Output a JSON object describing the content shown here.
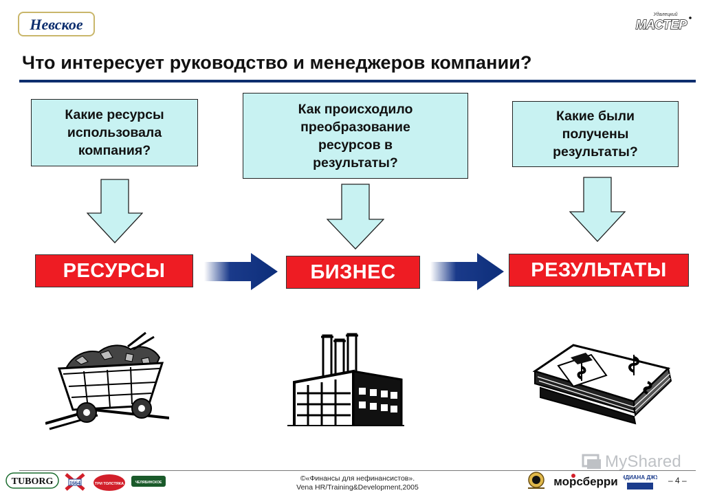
{
  "header": {
    "logo_left_text": "Невское",
    "logo_right_text": "МАСТЕР",
    "logo_right_small": "Удалецкий"
  },
  "title": "Что интересует руководство и менеджеров компании?",
  "questions": [
    {
      "lines": [
        "Какие ресурсы",
        "использовала",
        "компания?"
      ]
    },
    {
      "lines": [
        "Как происходило",
        "преобразование",
        "ресурсов в",
        "результаты?"
      ]
    },
    {
      "lines": [
        "Какие были",
        "получены",
        "результаты?"
      ]
    }
  ],
  "stages": [
    {
      "label": "РЕСУРСЫ"
    },
    {
      "label": "БИЗНЕС"
    },
    {
      "label": "РЕЗУЛЬТАТЫ"
    }
  ],
  "colors": {
    "question_fill": "#c8f2f2",
    "stage_fill": "#ee1c23",
    "flow_arrow": "#0d2e7a",
    "title_rule": "#0d2e6e"
  },
  "icons": {
    "cart": "ore-cart-clipart",
    "factory": "factory-clipart",
    "money": "money-stack-clipart"
  },
  "footer": {
    "line1": "©«Финансы для нефинансистов».",
    "line2": "Vena HR/Training&Development,2005",
    "page": "– 4 –",
    "brands_left": [
      "TUBORG",
      "1664",
      "ТРИ ТОЛСТЯКА",
      "ЧЕЛЯБИНСКОЕ"
    ],
    "brands_right": [
      "морсберри",
      "ИНДИАНА ДЖУС"
    ]
  },
  "watermark": "MyShared"
}
